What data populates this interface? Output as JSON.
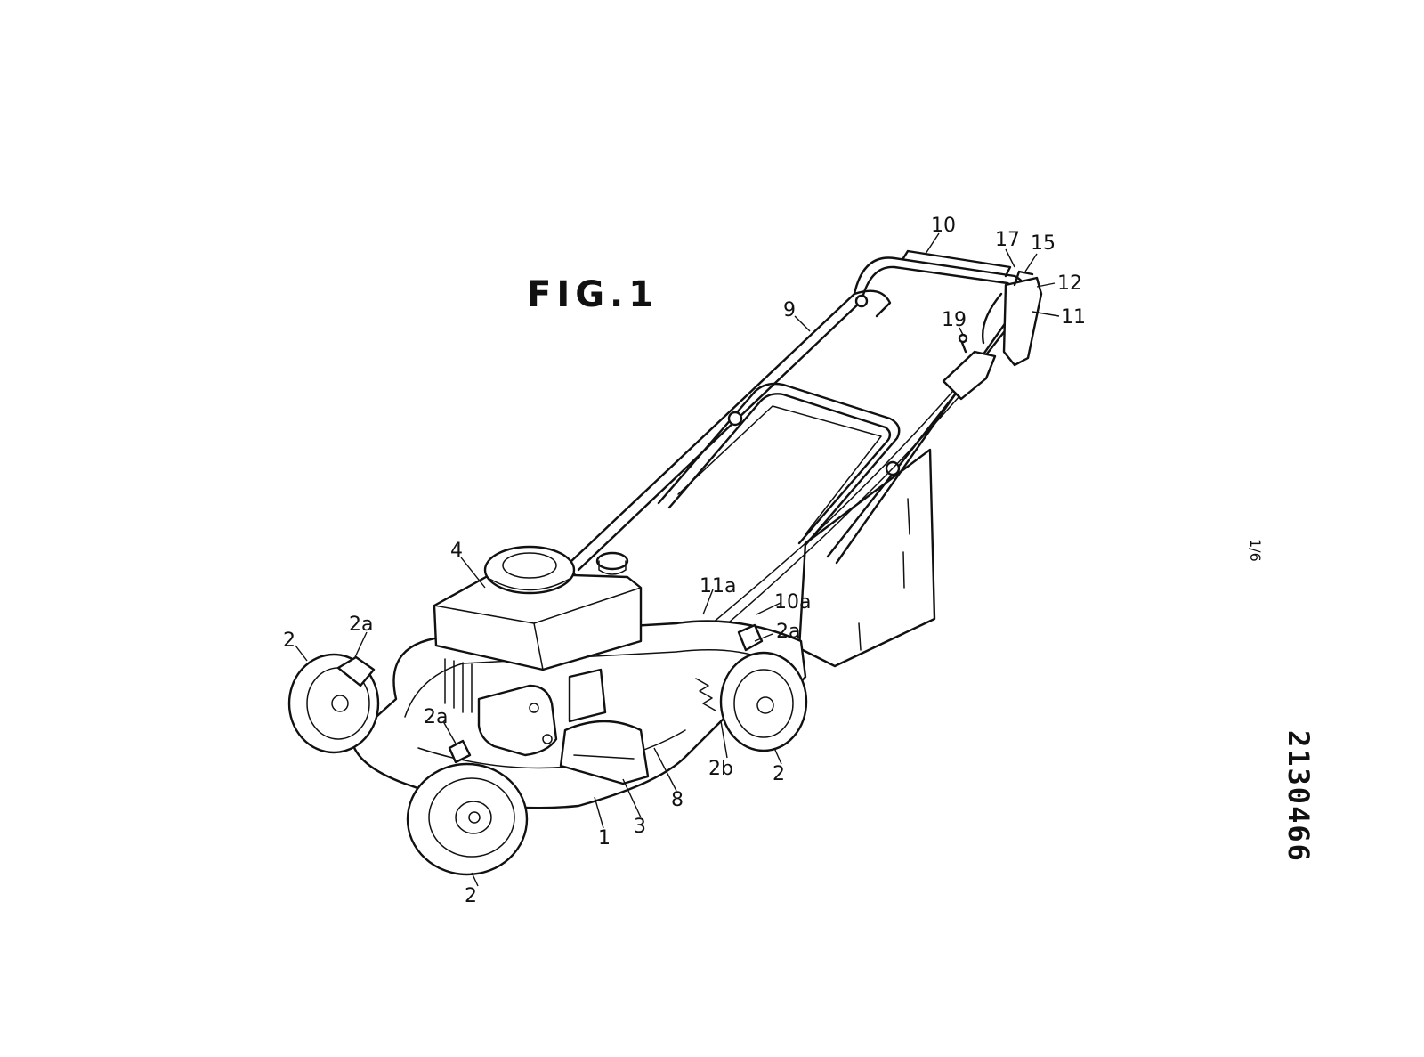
{
  "figure": {
    "title": "FIG.1",
    "page_number": "1/6",
    "patent_number": "2130466"
  },
  "labels": {
    "l1": "1",
    "l2_left": "2",
    "l2_front": "2",
    "l2_right": "2",
    "l2a_left": "2a",
    "l2a_mid": "2a",
    "l2a_right": "2a",
    "l2b": "2b",
    "l3": "3",
    "l4": "4",
    "l8": "8",
    "l9": "9",
    "l10": "10",
    "l10a": "10a",
    "l11": "11",
    "l11a": "11a",
    "l12": "12",
    "l15": "15",
    "l17": "17",
    "l19": "19"
  }
}
